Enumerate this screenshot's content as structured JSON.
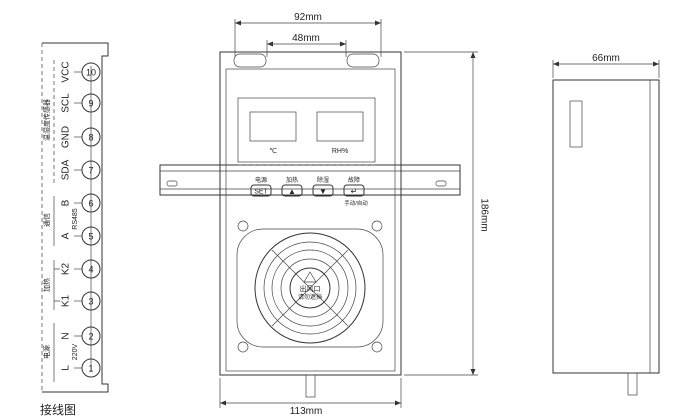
{
  "wiring": {
    "caption": "接线图",
    "terminals": [
      {
        "num": "1",
        "label": "L"
      },
      {
        "num": "2",
        "label": "N"
      },
      {
        "num": "3",
        "label": "K1"
      },
      {
        "num": "4",
        "label": "K2"
      },
      {
        "num": "5",
        "label": "A"
      },
      {
        "num": "6",
        "label": "B"
      },
      {
        "num": "7",
        "label": "SDA"
      },
      {
        "num": "8",
        "label": "GND"
      },
      {
        "num": "9",
        "label": "SCL"
      },
      {
        "num": "10",
        "label": "VCC"
      }
    ],
    "group_power": "电源",
    "group_power_voltage": "220V",
    "group_heat": "加热",
    "group_comm": "通信",
    "group_comm_protocol": "RS485",
    "group_sensor": "温湿度传感器"
  },
  "front": {
    "dim_top_outer": "92mm",
    "dim_top_inner": "48mm",
    "dim_height": "186mm",
    "dim_bottom": "113mm",
    "temp_unit": "℃",
    "humidity_unit": "RH%",
    "buttons": [
      {
        "label": "电源",
        "key": "SET"
      },
      {
        "label": "加热",
        "key": "▲"
      },
      {
        "label": "除湿",
        "key": "▼"
      },
      {
        "label": "故障",
        "key": "↵"
      }
    ],
    "mode_label": "手动/自动",
    "fan_warning": "出风口",
    "fan_notice": "请勿遮挡"
  },
  "side": {
    "dim_width": "66mm"
  }
}
